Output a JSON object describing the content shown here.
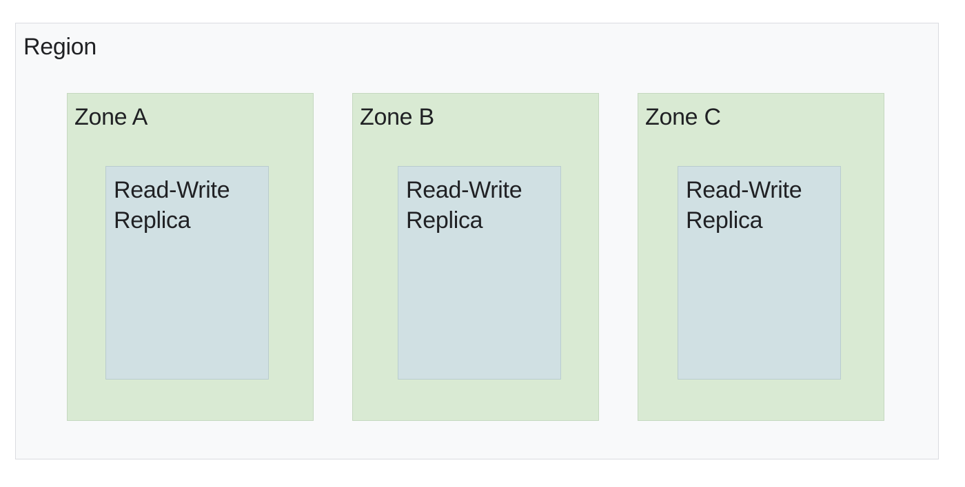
{
  "region": {
    "label": "Region"
  },
  "zones": [
    {
      "label": "Zone A",
      "replica_label": "Read-Write Replica"
    },
    {
      "label": "Zone B",
      "replica_label": "Read-Write Replica"
    },
    {
      "label": "Zone C",
      "replica_label": "Read-Write Replica"
    }
  ],
  "colors": {
    "region_fill": "#f8f9fa",
    "region_border": "#dadce0",
    "zone_fill": "#d9ead3",
    "replica_fill": "#d0e0e3",
    "text": "#202124"
  }
}
